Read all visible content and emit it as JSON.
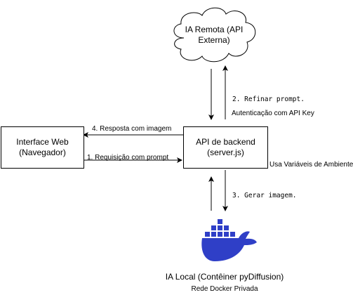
{
  "nodes": {
    "interface": {
      "line1": "Interface Web",
      "line2": "(Navegador)"
    },
    "backend": {
      "line1": "API de backend",
      "line2": "(server.js)"
    },
    "remote_ai": {
      "line1": "IA Remota (API",
      "line2": "Externa)"
    },
    "local_ai": {
      "title": "IA Local (Contêiner pyDiffusion)",
      "network": "Rede Docker Privada",
      "icon": "docker-whale-icon"
    }
  },
  "edges": {
    "request": "1. Requisição com prompt",
    "refine": "2. Refinar prompt.",
    "auth": "Autenticação com API Key",
    "generate": "3. Gerar imagem.",
    "response": "4. Resposta com imagem",
    "env": "Usa Variáveis de Ambiente"
  },
  "colors": {
    "docker": "#2f3fc7",
    "stroke": "#000000"
  }
}
